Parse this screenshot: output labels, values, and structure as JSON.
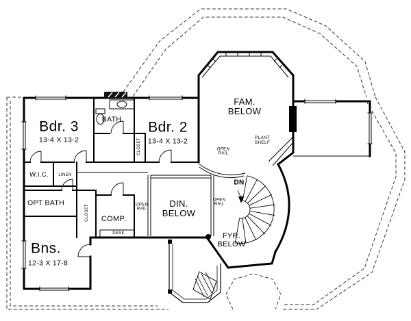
{
  "labels": {
    "bdr3_name": "Bdr. 3",
    "bdr3_dims": "13-4 X 13-2",
    "bath": "BATH",
    "bdr2_name": "Bdr. 2",
    "bdr2_dims": "13-4 X 13-2",
    "fam": "FAM.\nBELOW",
    "plant_shelf": "PLANT\nSHELF",
    "open_rail_fam": "OPEN\nRAIL",
    "wic": "W.I.C.",
    "linen": "LINEN",
    "opt_bath": "OPT BATH",
    "closet_upper": "CLOSET",
    "closet_hall": "CLOSET",
    "comp": "COMP.",
    "desk": "DESK",
    "open_rail_left": "OPEN\nRAIL",
    "din": "DIN.\nBELOW",
    "open_rail_right": "OPEN\nRAIL",
    "dn": "DN",
    "fyr": "FYR.\nBELOW",
    "bns_name": "Bns.",
    "bns_dims": "12-3 X 17-8"
  },
  "colors": {
    "wall": "#000000",
    "roof_dash": "#333333",
    "background": "#ffffff"
  }
}
